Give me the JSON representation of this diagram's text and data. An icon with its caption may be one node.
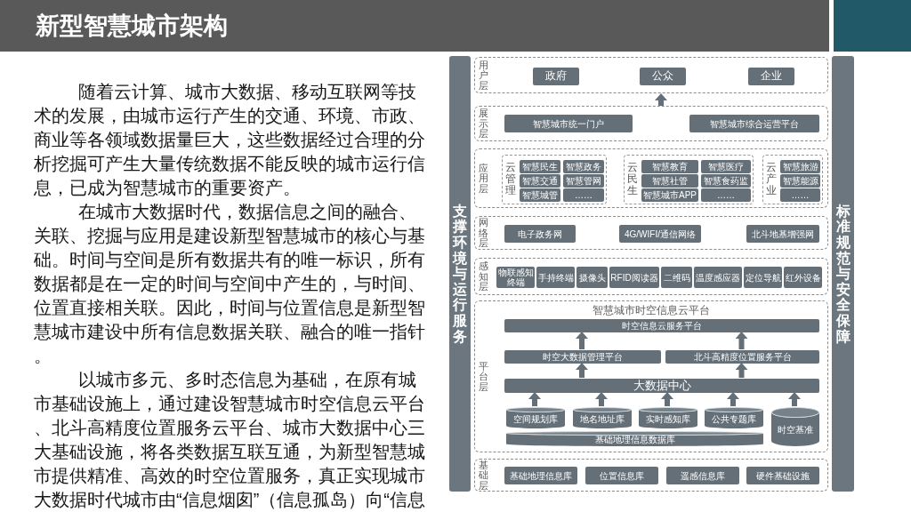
{
  "diagram": {
    "title": "新型智慧城市架构",
    "nodes": [
      {
        "text": [
          "支撑环境与运行服务"
        ]
      },
      {
        "text": [
          "用户层"
        ]
      },
      {
        "text": [
          "政府"
        ],
        "in": 1
      },
      {
        "text": [
          "公众"
        ],
        "in": 1
      },
      {
        "text": [
          "企业"
        ],
        "in": 1
      },
      {
        "text": [
          "展示层"
        ]
      },
      {
        "text": [
          "智慧城市统一门户"
        ],
        "in": 5
      },
      {
        "text": [
          "智慧城市综合运营平台"
        ],
        "in": 5
      },
      {
        "text": [
          "应用层"
        ]
      },
      {
        "text": [
          "云管理"
        ],
        "in": 8
      },
      {
        "text": [
          "智慧民生"
        ],
        "in": 9
      },
      {
        "text": [
          "智慧政务"
        ],
        "in": 9
      },
      {
        "text": [
          "智慧交通"
        ],
        "in": 9
      },
      {
        "text": [
          "智慧管网"
        ],
        "in": 9
      },
      {
        "text": [
          "智慧城管"
        ],
        "in": 9
      },
      {
        "text": [
          "……"
        ],
        "in": 9
      },
      {
        "text": [
          "云民生"
        ],
        "in": 8
      },
      {
        "text": [
          "智慧教育"
        ],
        "in": 16
      },
      {
        "text": [
          "智慧医疗"
        ],
        "in": 16
      },
      {
        "text": [
          "智慧社管"
        ],
        "in": 16
      },
      {
        "text": [
          "智慧食药监"
        ],
        "in": 16
      },
      {
        "text": [
          "智慧城市APP"
        ],
        "in": 16
      },
      {
        "text": [
          "……"
        ],
        "in": 16
      },
      {
        "text": [
          "云产业"
        ],
        "in": 8
      },
      {
        "text": [
          "智慧旅游"
        ],
        "in": 23
      },
      {
        "text": [
          "智慧能源"
        ],
        "in": 23
      },
      {
        "text": [
          "……"
        ],
        "in": 23
      },
      {
        "text": [
          "网络层"
        ]
      },
      {
        "text": [
          "电子政务网"
        ],
        "in": 27
      },
      {
        "text": [
          "4G/WIFI/通信网络"
        ],
        "in": 27
      },
      {
        "text": [
          "北斗地基增强网"
        ],
        "in": 27
      },
      {
        "text": [
          "感知层"
        ]
      },
      {
        "text": [
          "物联感知终端"
        ],
        "in": 31
      },
      {
        "text": [
          "手持终端"
        ],
        "in": 31
      },
      {
        "text": [
          "摄像头"
        ],
        "in": 31
      },
      {
        "text": [
          "RFID阅读器"
        ],
        "in": 31
      },
      {
        "text": [
          "二维码"
        ],
        "in": 31
      },
      {
        "text": [
          "温度感应器"
        ],
        "in": 31
      },
      {
        "text": [
          "定位导航"
        ],
        "in": 31
      },
      {
        "text": [
          "红外设备"
        ],
        "in": 31
      },
      {
        "text": [
          "平台层",
          "智慧城市时空信息云平台"
        ]
      },
      {
        "text": [
          "时空信息云服务平台"
        ],
        "in": 40
      },
      {
        "text": [
          "时空大数据管理平台"
        ],
        "in": 40
      },
      {
        "text": [
          "北斗高精度位置服务平台"
        ],
        "in": 40
      },
      {
        "text": [
          "大数据中心"
        ],
        "in": 40
      },
      {
        "text": [
          "空间规划库"
        ],
        "in": 40
      },
      {
        "text": [
          "地名地址库"
        ],
        "in": 40
      },
      {
        "text": [
          "实时感知库"
        ],
        "in": 40
      },
      {
        "text": [
          "公共专题库"
        ],
        "in": 40
      },
      {
        "text": [
          "时空基准"
        ],
        "in": 40
      },
      {
        "text": [
          "基础地理信息数据库"
        ],
        "in": 40
      },
      {
        "text": [
          "基础层"
        ]
      },
      {
        "text": [
          "基础地理信息库"
        ],
        "in": 51
      },
      {
        "text": [
          "位置信息库"
        ],
        "in": 51
      },
      {
        "text": [
          "遥感信息库"
        ],
        "in": 51
      },
      {
        "text": [
          "硬件基础设施"
        ],
        "in": 51
      },
      {
        "text": [
          "标准规范与安全保障"
        ]
      }
    ],
    "edges": [
      {
        "from": 5,
        "to": 1,
        "arrow": "to"
      },
      {
        "from": 42,
        "to": 41,
        "arrow": "to"
      },
      {
        "from": 43,
        "to": 41,
        "arrow": "to"
      },
      {
        "from": 44,
        "to": 42,
        "arrow": "to"
      },
      {
        "from": 44,
        "to": 43,
        "arrow": "to"
      },
      {
        "from": 45,
        "to": 44,
        "arrow": "to"
      },
      {
        "from": 46,
        "to": 44,
        "arrow": "to"
      },
      {
        "from": 47,
        "to": 44,
        "arrow": "to"
      },
      {
        "from": 48,
        "to": 44,
        "arrow": "to"
      },
      {
        "from": 49,
        "to": 44,
        "arrow": "to"
      }
    ],
    "labels": [
      "随着云计算、城市大数据、移动互联网等技术的发展，由城市运行产生的交通、环境、市政、商业等各领域数据量巨大，这些数据经过合理的分析挖掘可产生大量传统数据不能反映的城市运行信息，已成为智慧城市的重要资产。",
      "在城市大数据时代，数据信息之间的融合、关联、挖掘与应用是建设新型智慧城市的核心与基础。时间与空间是所有数据共有的唯一标识，所有数据都是在一定的时间与空间中产生的，与时间、位置直接相关联。因此，时间与位置信息是新型智慧城市建设中所有信息数据关联、融合的唯一指针。",
      "以城市多元、多时态信息为基础，在原有城市基础设施上，通过建设智慧城市时空信息云平台、北斗高精度位置服务云平台、城市大数据中心三大基础设施，将各类数据互联互通，为新型智慧城市提供精准、高效的时空位置服务，真正实现城市大数据时代城市由“信息烟囱”（信息孤岛）向“信息连通器”（信息共享互通）转变。"
    ]
  }
}
